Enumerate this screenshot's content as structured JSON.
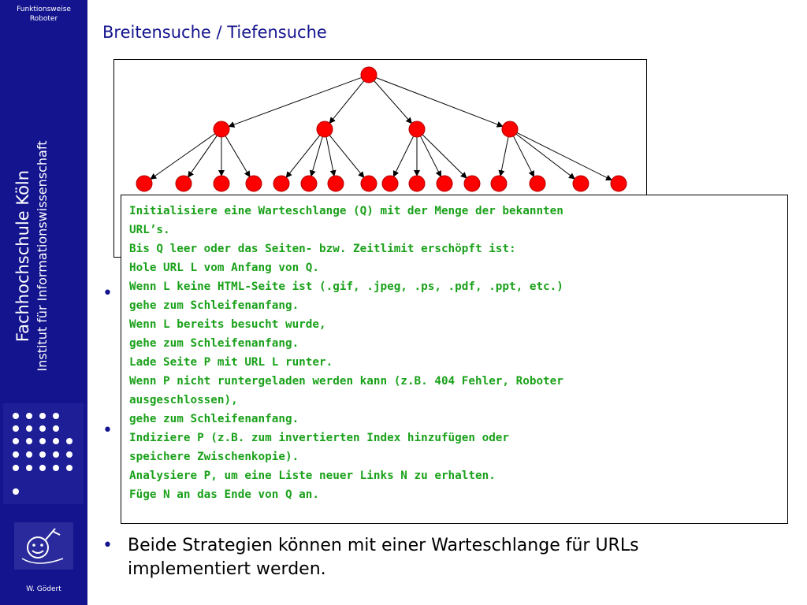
{
  "sidebar": {
    "top_line1": "Funktionsweise",
    "top_line2": "Roboter",
    "vertical_line1": "Fachhochschule Köln",
    "vertical_line2": "Institut für Informationswissenschaft",
    "author": "W. Gödert"
  },
  "slide": {
    "title": "Breitensuche / Tiefensuche",
    "bullet_symbol": "•",
    "bullet3_text": "Beide Strategien können mit einer Warteschlange für URLs implementiert werden."
  },
  "code_lines": [
    "Initialisiere eine Warteschlange (Q) mit der Menge der bekannten",
    "URL’s.",
    "Bis Q leer oder das Seiten- bzw. Zeitlimit erschöpft ist:",
    "Hole URL L vom Anfang von Q.",
    "Wenn L keine HTML-Seite ist (.gif, .jpeg, .ps, .pdf, .ppt, etc.)",
    "gehe zum Schleifenanfang.",
    "Wenn L bereits besucht wurde,",
    "gehe zum Schleifenanfang.",
    "Lade Seite P mit URL L runter.",
    "Wenn P nicht runtergeladen werden kann (z.B. 404 Fehler, Roboter",
    "ausgeschlossen),",
    "gehe zum Schleifenanfang.",
    "Indiziere P (z.B. zum invertierten Index hinzufügen oder",
    "speichere Zwischenkopie).",
    "Analysiere P, um eine Liste neuer Links N zu erhalten.",
    "Füge N an das Ende von Q an."
  ],
  "colors": {
    "sidebar": "#14148f",
    "code_text": "#1aa11a",
    "node": "#ff0000",
    "title": "#14148f"
  },
  "icons": [
    "dots-pattern-icon",
    "smiley-logo-icon"
  ]
}
